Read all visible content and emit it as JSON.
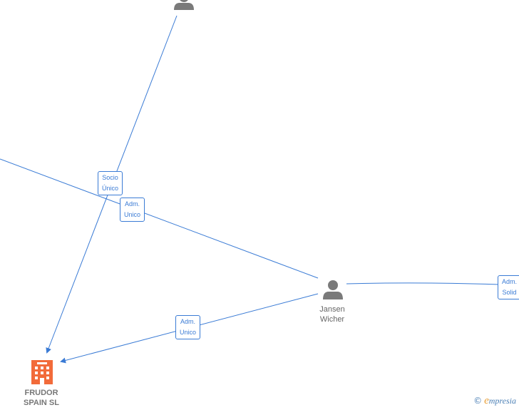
{
  "nodes": {
    "jansen": {
      "name_line1": "Jansen",
      "name_line2": "Wicher"
    },
    "frudor": {
      "name_line1": "FRUDOR",
      "name_line2": "SPAIN  SL"
    }
  },
  "edges": {
    "socio_unico": {
      "line1": "Socio",
      "line2": "Único"
    },
    "adm_unico_left": {
      "line1": "Adm.",
      "line2": "Unico"
    },
    "adm_unico_jansen": {
      "line1": "Adm.",
      "line2": "Unico"
    },
    "adm_solid": {
      "line1": "Adm.",
      "line2": "Solid"
    }
  },
  "watermark": {
    "copyright": "©",
    "brand_initial": "e",
    "brand_rest": "mpresia"
  },
  "colors": {
    "edge": "#3a7bd5",
    "person_icon": "#7a7a7a",
    "company_icon": "#f26b3a"
  }
}
